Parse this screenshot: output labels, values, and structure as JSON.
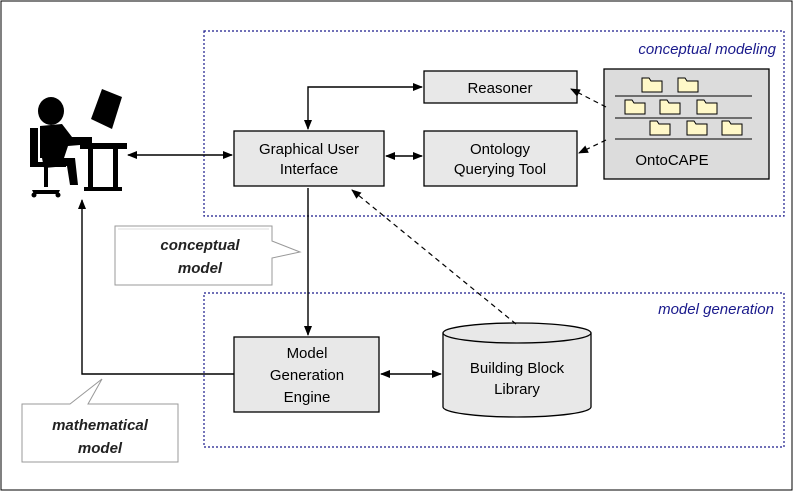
{
  "regions": {
    "conceptual": "conceptual modeling",
    "generation": "model generation"
  },
  "components": {
    "reasoner": "Reasoner",
    "gui_line1": "Graphical User",
    "gui_line2": "Interface",
    "oqt_line1": "Ontology",
    "oqt_line2": "Querying Tool",
    "ontocape": "OntoCAPE",
    "mge_line1": "Model",
    "mge_line2": "Generation",
    "mge_line3": "Engine",
    "bbl_line1": "Building Block",
    "bbl_line2": "Library"
  },
  "callouts": {
    "conceptual_line1": "conceptual",
    "conceptual_line2": "model",
    "mathematical_line1": "mathematical",
    "mathematical_line2": "model"
  },
  "icons": {
    "user": "user-at-computer-icon",
    "folder": "folder-icon"
  },
  "colors": {
    "region_border": "#1a1a8c",
    "box_fill": "#e8e8e8"
  }
}
